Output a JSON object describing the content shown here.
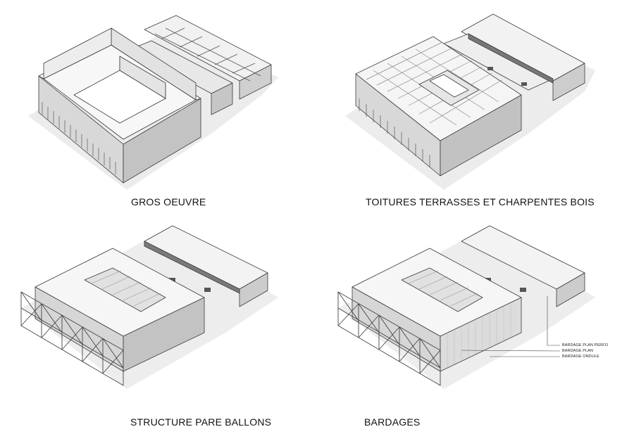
{
  "panels": {
    "gros_oeuvre": {
      "caption": "GROS OEUVRE"
    },
    "toitures": {
      "caption": "TOITURES TERRASSES ET CHARPENTES BOIS"
    },
    "structure": {
      "caption": "STRUCTURE PARE BALLONS"
    },
    "bardages": {
      "caption": "BARDAGES",
      "callouts": [
        "BARDAGE PLAN PERFO",
        "BARDAGE PLAN",
        "BARDAGE ONDULE"
      ]
    }
  },
  "colors": {
    "line": "#3a3a3a",
    "face_light": "#f4f4f4",
    "face_mid": "#dcdcdc",
    "face_dark": "#bdbdbd",
    "shadow": "#e6e6e6"
  }
}
